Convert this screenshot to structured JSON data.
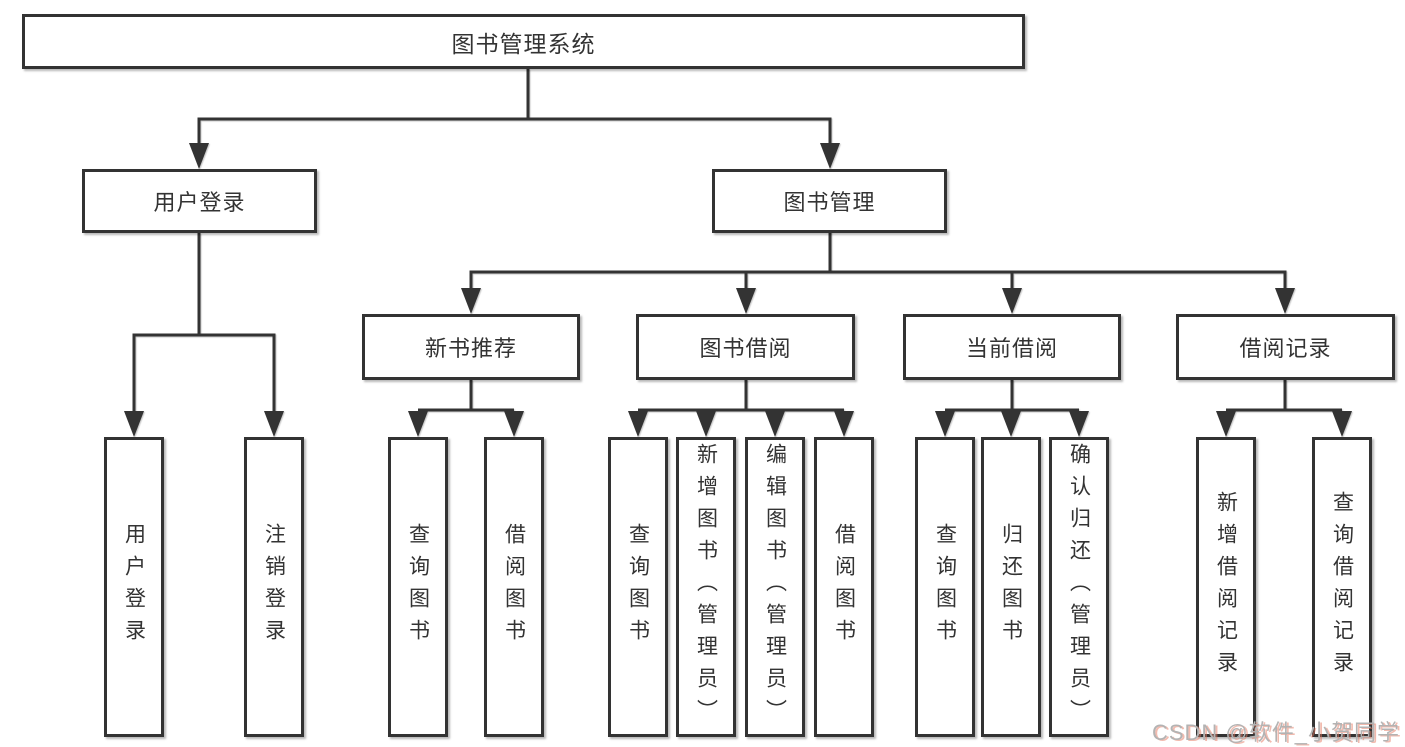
{
  "diagram": {
    "title": "图书管理系统",
    "tree": {
      "label": "图书管理系统",
      "children": [
        {
          "label": "用户登录",
          "children": [
            {
              "label": "用户登录"
            },
            {
              "label": "注销登录"
            }
          ]
        },
        {
          "label": "图书管理",
          "children": [
            {
              "label": "新书推荐",
              "children": [
                {
                  "label": "查询图书"
                },
                {
                  "label": "借阅图书"
                }
              ]
            },
            {
              "label": "图书借阅",
              "children": [
                {
                  "label": "查询图书"
                },
                {
                  "label": "新增图书（管理员）"
                },
                {
                  "label": "编辑图书（管理员）"
                },
                {
                  "label": "借阅图书"
                }
              ]
            },
            {
              "label": "当前借阅",
              "children": [
                {
                  "label": "查询图书"
                },
                {
                  "label": "归还图书"
                },
                {
                  "label": "确认归还（管理员）"
                }
              ]
            },
            {
              "label": "借阅记录",
              "children": [
                {
                  "label": "新增借阅记录"
                },
                {
                  "label": "查询借阅记录"
                }
              ]
            }
          ]
        }
      ]
    }
  },
  "watermark": {
    "text": "CSDN @软件_小贺同学"
  },
  "colors": {
    "line": "#333333",
    "box_border": "#333333",
    "box_fill": "#ffffff",
    "text": "#333333",
    "watermark": "#b3b3b3",
    "background": "#ffffff"
  }
}
